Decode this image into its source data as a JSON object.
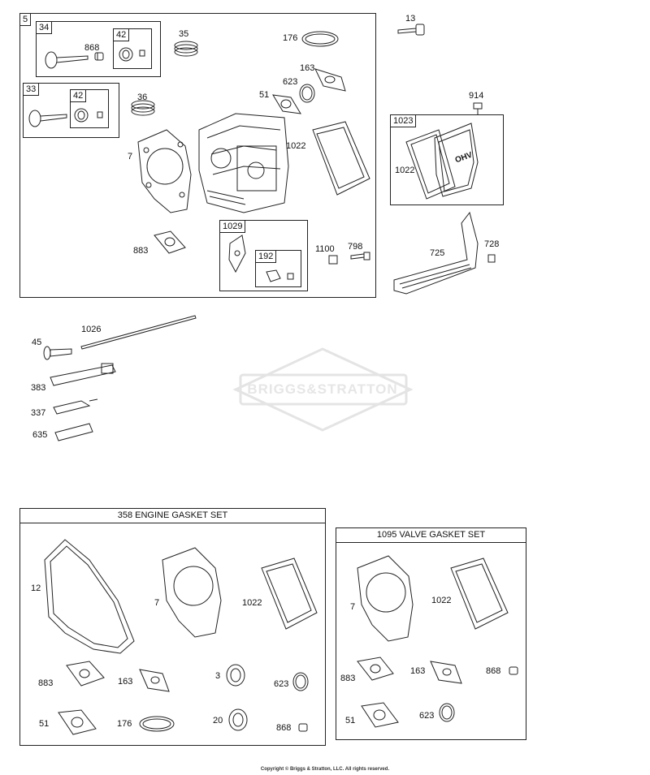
{
  "assemblies": {
    "head_kit": "5",
    "exhaust_valve": "34",
    "exhaust_keeper": "42",
    "intake_valve": "33",
    "intake_keeper": "42",
    "rocker_kit": "1029",
    "rocker_nut": "192",
    "cover_kit": "1023"
  },
  "parts": {
    "p13": "13",
    "p35": "35",
    "p176": "176",
    "p868": "868",
    "p163": "163",
    "p623": "623",
    "p51": "51",
    "p36": "36",
    "p914": "914",
    "p7": "7",
    "p1022_head": "1022",
    "p1022_cover": "1022",
    "p883": "883",
    "p1100": "1100",
    "p798": "798",
    "p725": "725",
    "p728": "728",
    "p45": "45",
    "p1026": "1026",
    "p383": "383",
    "p337": "337",
    "p635": "635"
  },
  "engine_gasket_set": {
    "title": "358 ENGINE GASKET SET",
    "labels": {
      "p12": "12",
      "p7": "7",
      "p1022": "1022",
      "p883": "883",
      "p163": "163",
      "p3": "3",
      "p623": "623",
      "p51": "51",
      "p176": "176",
      "p20": "20",
      "p868": "868"
    }
  },
  "valve_gasket_set": {
    "title": "1095 VALVE GASKET SET",
    "labels": {
      "p7": "7",
      "p1022": "1022",
      "p883": "883",
      "p163": "163",
      "p868": "868",
      "p51": "51",
      "p623": "623"
    }
  },
  "cover_logo": "OHV",
  "watermark": "BRIGGS&STRATTON",
  "copyright": "Copyright © Briggs & Stratton, LLC. All rights reserved."
}
